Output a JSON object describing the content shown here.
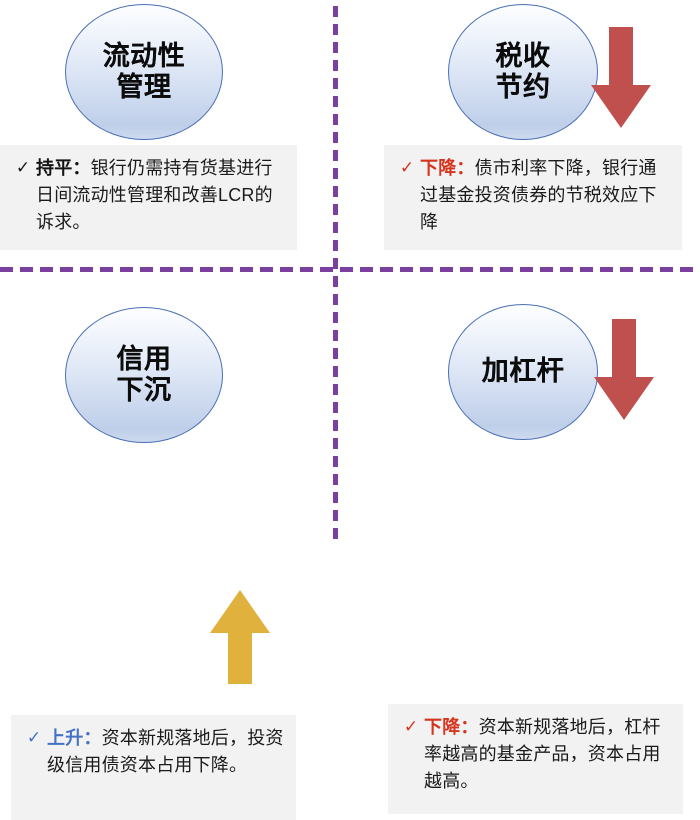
{
  "theme": {
    "background": "#ffffff",
    "divider_color": "#7b3fa0",
    "note_background": "#f2f2f2",
    "circle_border": "#4a6fb5",
    "down_color": "#d5351f",
    "up_color": "#4472c4",
    "neutral_color": "#141414",
    "arrow_down_color": "#c0504d",
    "arrow_up_color": "#e0b13c"
  },
  "quadrants": [
    {
      "id": "liquidity-management",
      "circle_label": "流动性\n管理",
      "arrow": "none",
      "check_icon": "✓",
      "check_style": "neutral",
      "tag": "持平：",
      "text": "银行仍需持有货基进行日间流动性管理和改善LCR的诉求。"
    },
    {
      "id": "tax-saving",
      "circle_label": "税收\n节约",
      "arrow": "down-arrow-icon",
      "check_icon": "✓",
      "check_style": "down",
      "tag": "下降：",
      "text": "债市利率下降，银行通过基金投资债券的节税效应下降"
    },
    {
      "id": "credit-sinking",
      "circle_label": "信用\n下沉",
      "arrow": "up-arrow-icon",
      "check_icon": "✓",
      "check_style": "up",
      "tag": "上升：",
      "text": "资本新规落地后，投资级信用债资本占用下降。"
    },
    {
      "id": "leverage",
      "circle_label": "加杠杆",
      "arrow": "down-arrow-icon",
      "check_icon": "✓",
      "check_style": "down",
      "tag": "下降：",
      "text": "资本新规落地后，杠杆率越高的基金产品，资本占用越高。"
    }
  ]
}
